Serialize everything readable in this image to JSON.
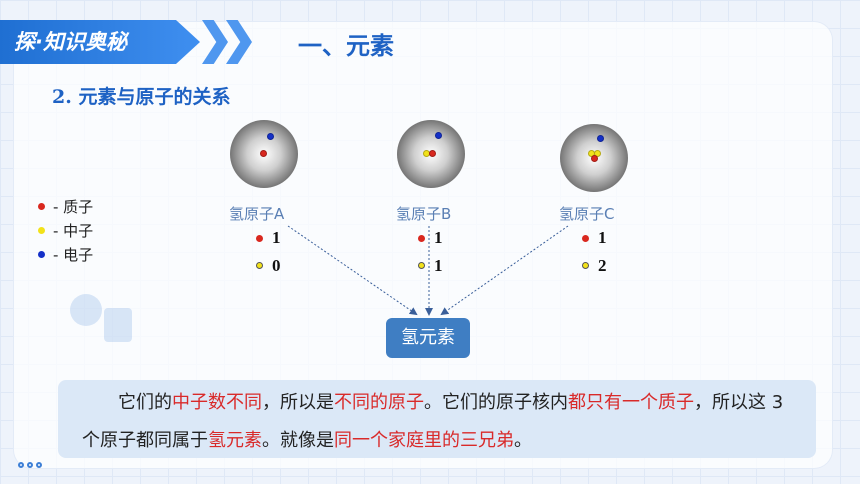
{
  "header": {
    "banner_label": "探·知识奥秘",
    "section_title": "一、元素"
  },
  "subtitle": "2. 元素与原子的关系",
  "legend": [
    {
      "label": "- 质子",
      "color": "#d9281f"
    },
    {
      "label": "- 中子",
      "color": "#f2e21a"
    },
    {
      "label": "- 电子",
      "color": "#1430c8"
    }
  ],
  "atoms": [
    {
      "label": "氢原子A",
      "protons": "1",
      "neutrons": "0"
    },
    {
      "label": "氢原子B",
      "protons": "1",
      "neutrons": "1"
    },
    {
      "label": "氢原子C",
      "protons": "1",
      "neutrons": "2"
    }
  ],
  "element_label": "氢元素",
  "explanation": [
    {
      "text": "它们的",
      "hl": false
    },
    {
      "text": "中子数不同",
      "hl": true
    },
    {
      "text": "，所以是",
      "hl": false
    },
    {
      "text": "不同的原子",
      "hl": true
    },
    {
      "text": "。它们的原子核内",
      "hl": false
    },
    {
      "text": "都只有一个质子",
      "hl": true
    },
    {
      "text": "，所以这 3 个原子都同属于",
      "hl": false
    },
    {
      "text": "氢元素",
      "hl": true
    },
    {
      "text": "。就像是",
      "hl": false
    },
    {
      "text": "同一个家庭里的三兄弟",
      "hl": true
    },
    {
      "text": "。",
      "hl": false
    }
  ],
  "colors": {
    "accent": "#1e62c4",
    "highlight": "#d92a2a",
    "element_box": "#3f7ec3"
  }
}
